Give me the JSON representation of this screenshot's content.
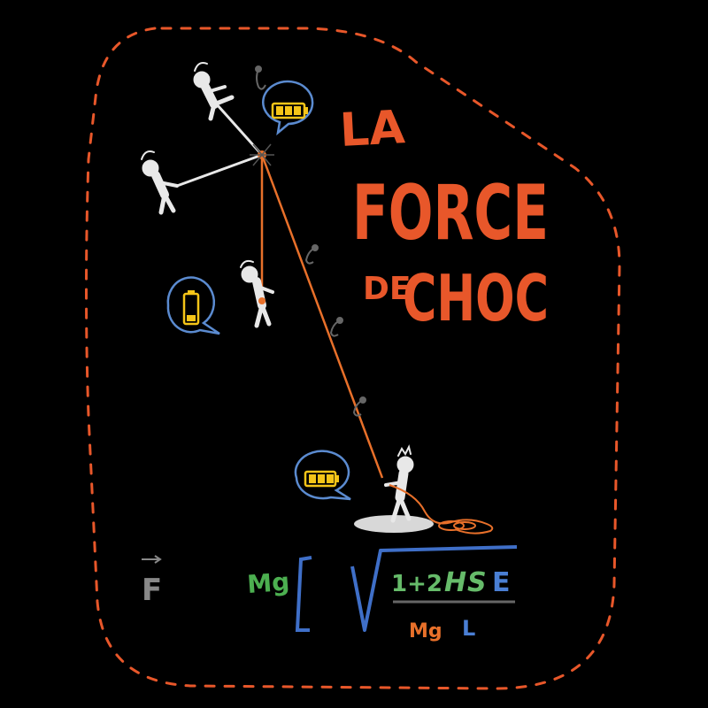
{
  "title": {
    "line1": "LA",
    "line2": "FORCE",
    "line3a": "DE",
    "line3b": "CHOC"
  },
  "formula": {
    "force_symbol": "F",
    "mg": "Mg",
    "numerator_prefix": "1+2",
    "numerator_h": "H",
    "numerator_s": "S",
    "numerator_e": "E",
    "denominator_mg": "Mg",
    "denominator_l": "L"
  },
  "colors": {
    "background": "#000000",
    "title": "#e8572a",
    "rope": "#e8702a",
    "border_dash": "#e8572a",
    "mg_green": "#4caf50",
    "bracket_blue": "#3f6fc8",
    "hs_green": "#66bb6a",
    "e_blue": "#4a7fd4",
    "denominator_orange": "#e8702a",
    "battery_yellow": "#f5c518",
    "bubble_blue": "#5b8bd0",
    "figure_white": "#e8e8e8"
  },
  "icons": [
    "battery-bubble-icon",
    "climber-figure-icon",
    "belayer-figure-icon",
    "quickdraw-icon",
    "rope-coil-icon",
    "vector-arrow-icon",
    "square-root-icon"
  ]
}
